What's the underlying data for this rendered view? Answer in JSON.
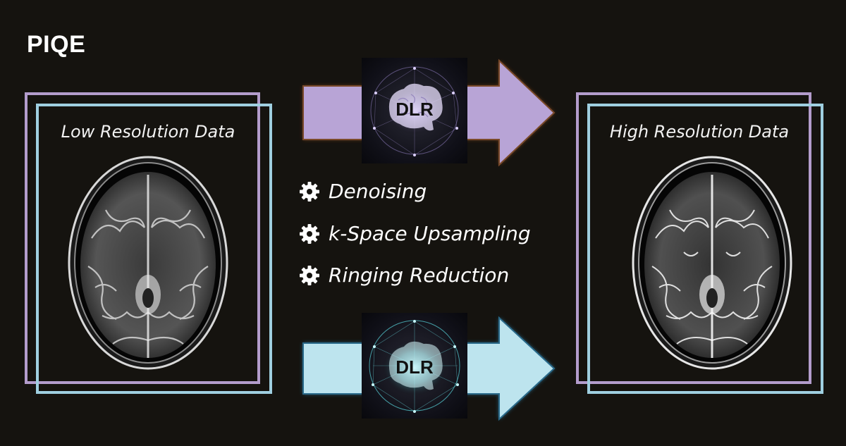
{
  "title": "PIQE",
  "left_panel": {
    "label": "Low Resolution Data"
  },
  "right_panel": {
    "label": "High Resolution Data"
  },
  "top_dlr": {
    "label": "DLR",
    "arrow_color": "#b8a4d6",
    "glow_color": "#c9b8ef"
  },
  "bottom_dlr": {
    "label": "DLR",
    "arrow_color": "#bde4ee",
    "glow_color": "#9ff0f5"
  },
  "steps": [
    {
      "icon": "gear-icon",
      "label": "Denoising"
    },
    {
      "icon": "gear-icon",
      "label": "k-Space Upsampling"
    },
    {
      "icon": "gear-icon",
      "label": "Ringing Reduction"
    }
  ],
  "colors": {
    "background": "#15130f",
    "purple_frame": "#b39ccc",
    "blue_frame": "#9fcfe0",
    "top_arrow_outline": "#7a4a2a",
    "bottom_arrow_outline": "#2a6a8a"
  }
}
